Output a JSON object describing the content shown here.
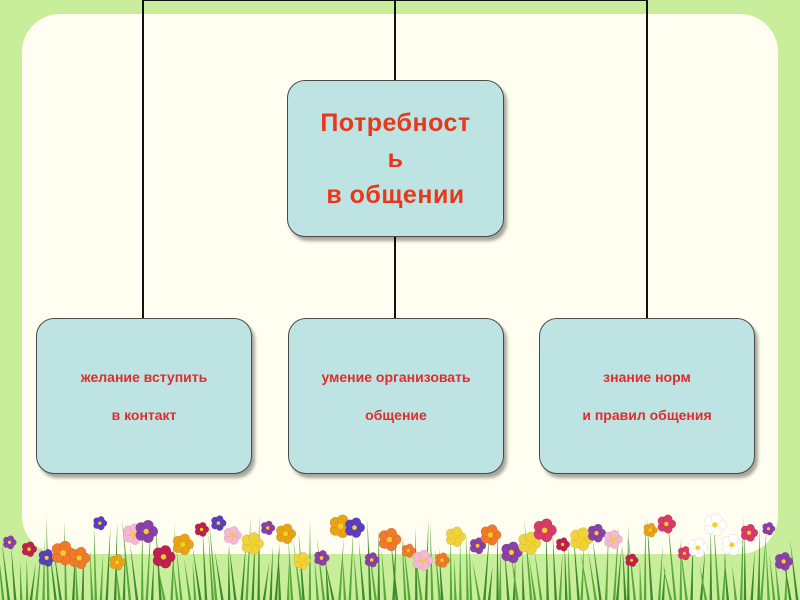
{
  "diagram": {
    "root": {
      "lines": [
        "Потребност",
        "ь",
        "в общении"
      ]
    },
    "children": [
      {
        "line1": "желание вступить",
        "line2": "в контакт"
      },
      {
        "line1": "умение организовать",
        "line2": "общение"
      },
      {
        "line1": "знание норм",
        "line2": "и правил общения"
      }
    ]
  },
  "colors": {
    "background": "#c8ee9c",
    "panel": "#fffef0",
    "node_fill": "#bde4e3",
    "root_text": "#e8371a",
    "child_text": "#e02c2c"
  }
}
